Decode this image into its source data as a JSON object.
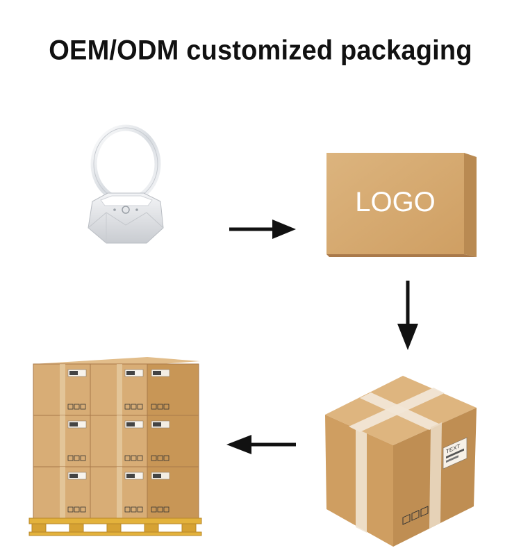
{
  "title": "OEM/ODM customized packaging",
  "box_label": "LOGO",
  "carton_label": "TEXT",
  "colors": {
    "kraft": "#d8ad76",
    "kraft_dark": "#b98a52",
    "kraft_side": "#c39357",
    "tape": "#f1e6d6",
    "pallet": "#e3b23c",
    "arrow": "#111111"
  },
  "flow": [
    {
      "step": "product",
      "icon": "speaker-lamp-icon"
    },
    {
      "step": "box",
      "icon": "logo-box-icon"
    },
    {
      "step": "carton",
      "icon": "shipping-carton-icon"
    },
    {
      "step": "pallet",
      "icon": "pallet-icon"
    }
  ]
}
